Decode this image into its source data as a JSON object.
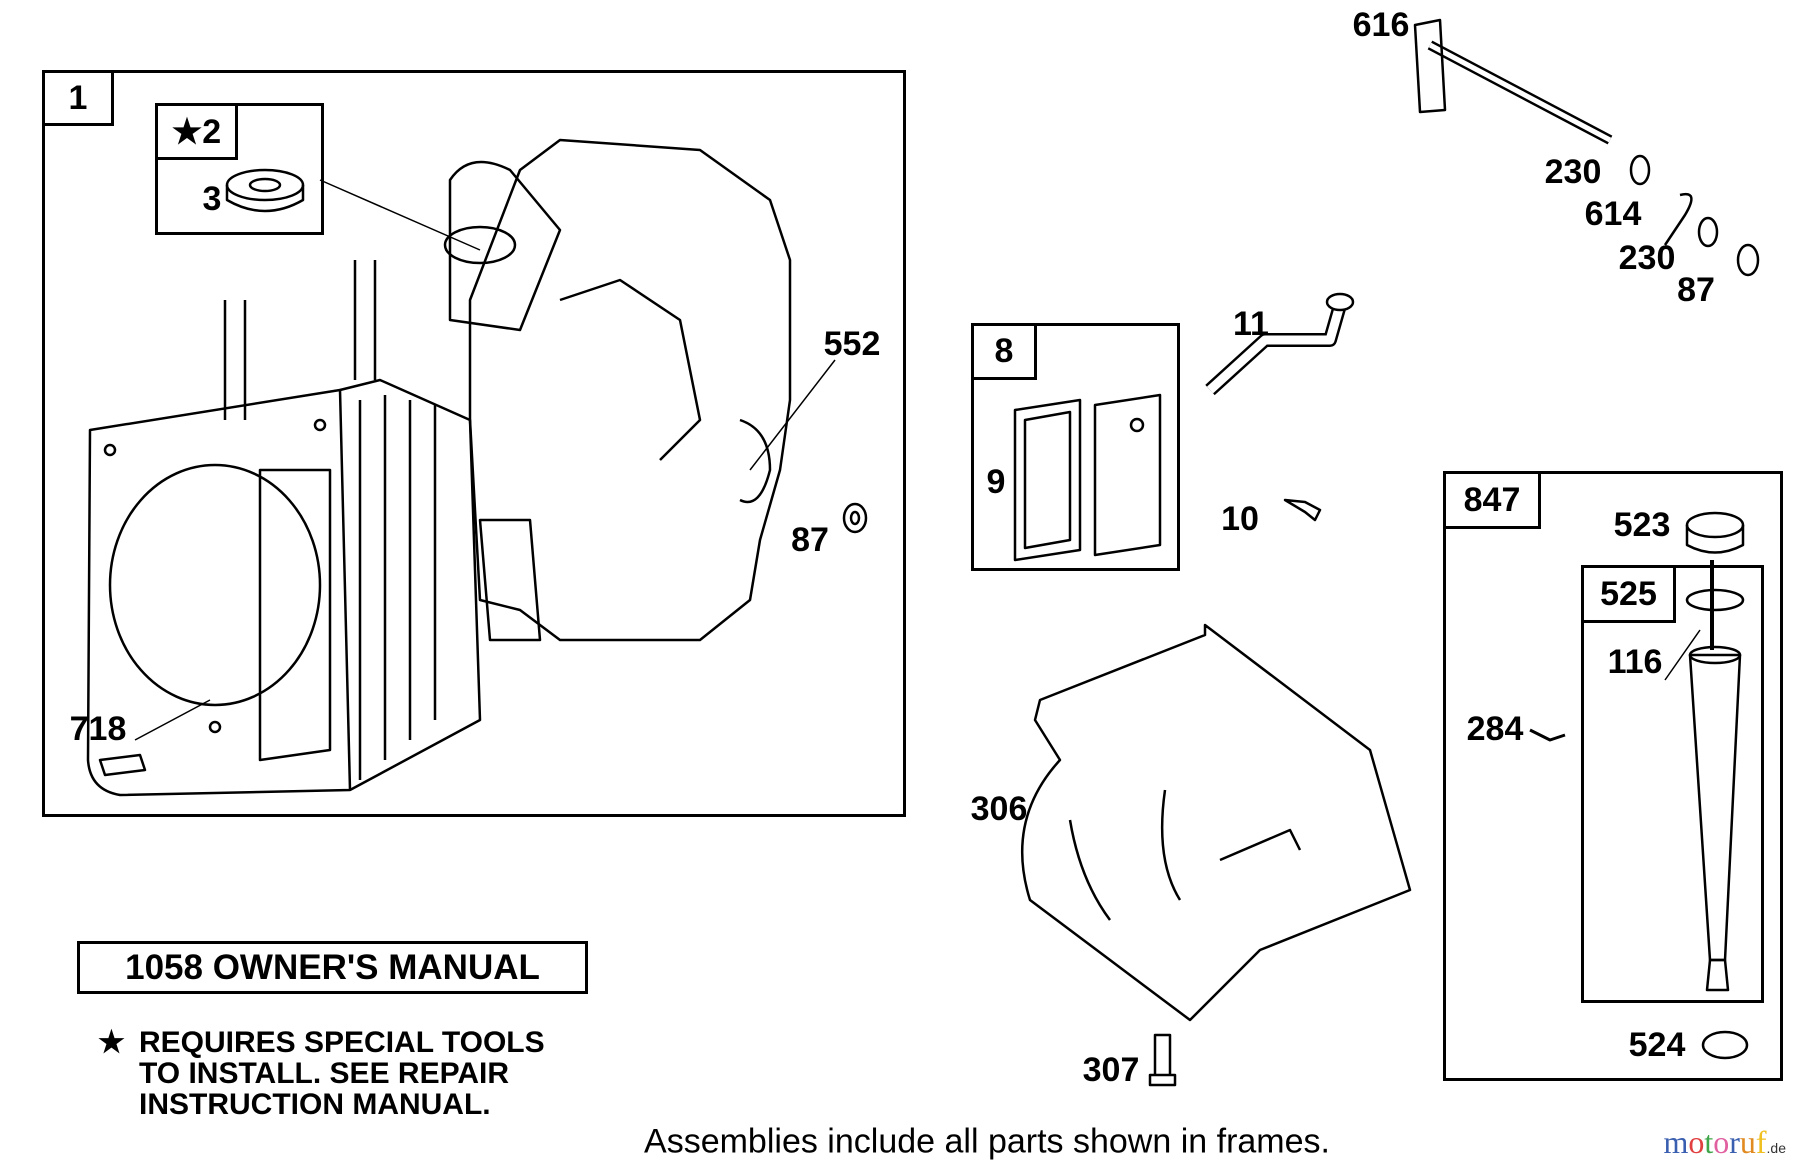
{
  "frames": {
    "f1": "1",
    "f2": "★2",
    "f8": "8",
    "f847": "847",
    "f525": "525"
  },
  "callouts": {
    "c3": "3",
    "c552": "552",
    "c87a": "87",
    "c718": "718",
    "c9": "9",
    "c11": "11",
    "c10": "10",
    "c616": "616",
    "c230a": "230",
    "c614": "614",
    "c230b": "230",
    "c87b": "87",
    "c523": "523",
    "c116": "116",
    "c284": "284",
    "c524": "524",
    "c306": "306",
    "c307": "307"
  },
  "manual": "1058 OWNER'S MANUAL",
  "note": {
    "star": "★",
    "line1": "REQUIRES SPECIAL TOOLS",
    "line2": "TO INSTALL.  SEE REPAIR",
    "line3": "INSTRUCTION MANUAL."
  },
  "caption": "Assemblies include all parts shown in frames.",
  "watermark": {
    "letters": [
      "m",
      "o",
      "t",
      "o",
      "r",
      "u",
      "f"
    ],
    "colors": [
      "#3b5fb0",
      "#e04040",
      "#3fa64a",
      "#e060a0",
      "#3b5fb0",
      "#e08a20",
      "#f0c020"
    ],
    "suffix": ".de"
  }
}
